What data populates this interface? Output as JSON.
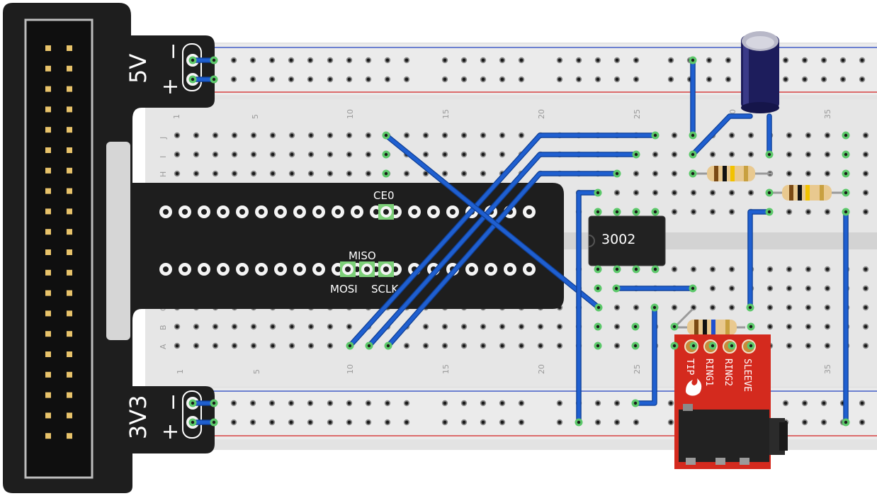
{
  "cobbler": {
    "labels": {
      "v5": "5V",
      "v33": "3V3",
      "minus": "−",
      "plus": "+"
    },
    "pins": {
      "ce0": "CE0",
      "miso": "MISO",
      "mosi": "MOSI",
      "sclk": "SCLK"
    }
  },
  "breadboard": {
    "column_numbers": [
      "1",
      "5",
      "10",
      "15",
      "20",
      "25",
      "30",
      "35"
    ],
    "row_letters_top": [
      "J",
      "I",
      "H"
    ],
    "row_letters_bottom": [
      "C",
      "B",
      "A"
    ]
  },
  "chip": {
    "label": "3002"
  },
  "audio_jack": {
    "pins": [
      "TIP",
      "RING1",
      "RING2",
      "SLEEVE"
    ]
  },
  "colors": {
    "wire": "#1f5fd0",
    "rail_red": "#d42020",
    "rail_blue": "#2040c0",
    "jack_board": "#d42a1e",
    "cobbler": "#1e1e1e",
    "connected_hole": "#5cc86a"
  }
}
